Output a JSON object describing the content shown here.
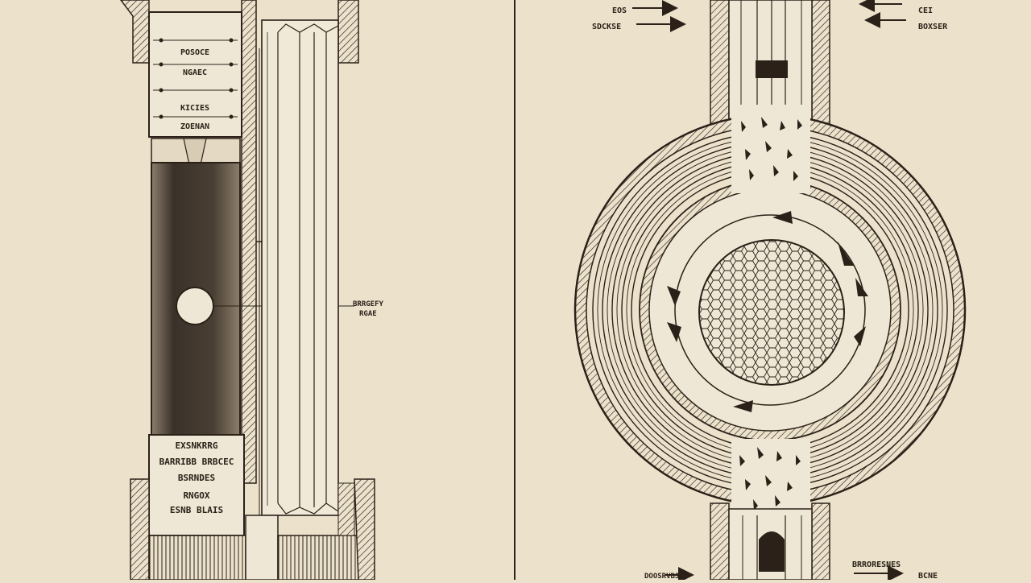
{
  "colors": {
    "paper": "#ece2cc",
    "ink": "#2b2118",
    "shadow": "#b9a98b",
    "cylinder_dark": "#3a3129",
    "cylinder_light": "#8c7e6c"
  },
  "left_panel": {
    "top_labels": [
      "POSOCE",
      "NGAEC",
      "KICIES",
      "ZOENAN"
    ],
    "side_label_1": "BRRGEFY",
    "side_label_2": "RGAE",
    "bottom_labels": [
      "EXSNKRRG",
      "BARRIBB BRBCEC",
      "BSRNDES",
      "RNGOX",
      "ESNB BLAIS"
    ]
  },
  "right_panel": {
    "top_left_label_1": "EOS",
    "top_left_label_2": "SDCKSE",
    "top_right_label_1": "CEI",
    "top_right_label_2": "BOXSER",
    "bottom_left_label": "DOOSRVBS",
    "bottom_right_label_1": "BRRORESNES",
    "bottom_right_label_2": "BCNE"
  }
}
